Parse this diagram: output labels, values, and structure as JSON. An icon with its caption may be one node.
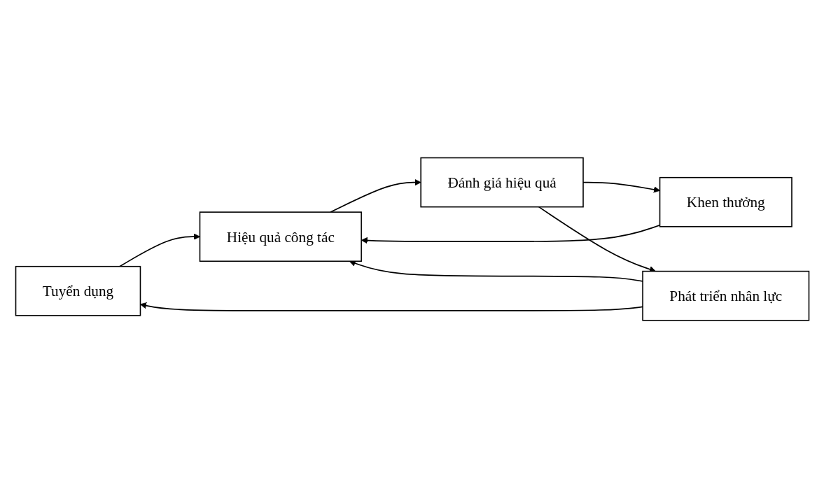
{
  "diagram": {
    "nodes": [
      {
        "text": [
          "Tuyển dụng"
        ]
      },
      {
        "text": [
          "Hiệu quả công tác"
        ]
      },
      {
        "text": [
          "Đánh giá hiệu quả"
        ]
      },
      {
        "text": [
          "Khen thưởng"
        ]
      },
      {
        "text": [
          "Phát triển nhân lực"
        ]
      }
    ],
    "edges": [
      {
        "from": 0,
        "to": 1,
        "arrow": "to"
      },
      {
        "from": 1,
        "to": 2,
        "arrow": "to"
      },
      {
        "from": 2,
        "to": 3,
        "arrow": "to"
      },
      {
        "from": 2,
        "to": 4,
        "arrow": "to"
      },
      {
        "from": 3,
        "to": 1,
        "arrow": "to"
      },
      {
        "from": 4,
        "to": 1,
        "arrow": "to"
      },
      {
        "from": 4,
        "to": 0,
        "arrow": "to"
      }
    ]
  }
}
